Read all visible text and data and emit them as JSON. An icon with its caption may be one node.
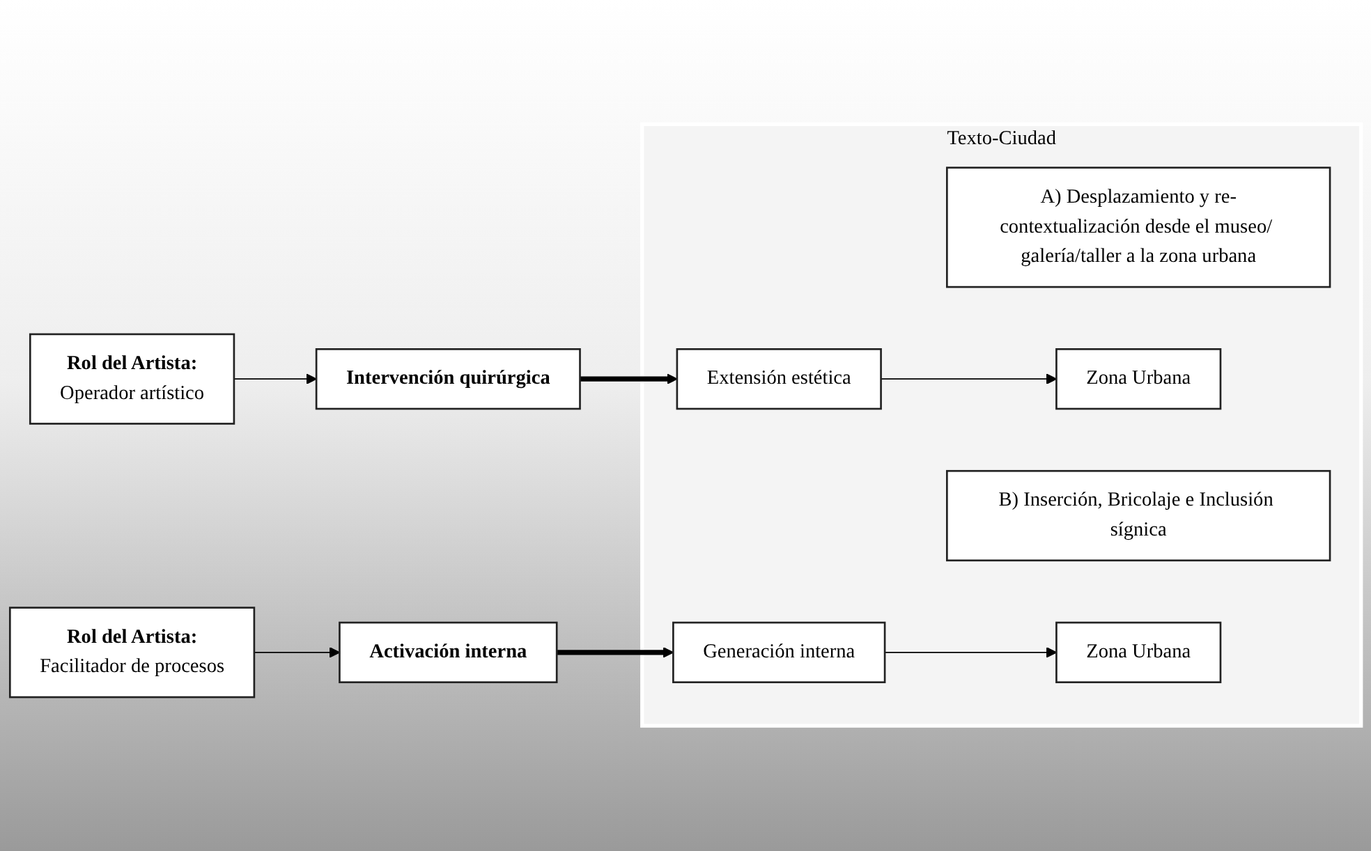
{
  "diagram": {
    "nodes": [
      {
        "text": [
          "Rol del Artista:",
          "Operador artístico"
        ]
      },
      {
        "text": [
          "Texto-Ciudad"
        ]
      },
      {
        "text": [
          "A) Desplazamiento y re-contextualización desde el museo/ galería/taller a la zona urbana"
        ],
        "in": 1
      },
      {
        "text": [
          "Intervención  quirúrgica"
        ]
      },
      {
        "text": [
          "Extensión estética"
        ],
        "in": 1
      },
      {
        "text": [
          "Zona Urbana"
        ],
        "in": 1
      },
      {
        "text": [
          "Rol del Artista:",
          "Facilitador de procesos"
        ]
      },
      {
        "text": [
          "B) Inserción, Bricolaje e Inclusión sígnica"
        ],
        "in": 1
      },
      {
        "text": [
          "Activación interna"
        ]
      },
      {
        "text": [
          "Generación interna"
        ],
        "in": 1
      },
      {
        "text": [
          "Zona Urbana"
        ],
        "in": 1
      }
    ],
    "edges": [
      {
        "from": 0,
        "to": 3,
        "arrow": "to"
      },
      {
        "from": 3,
        "to": 4,
        "arrow": "to",
        "style": "thick"
      },
      {
        "from": 4,
        "to": 5,
        "arrow": "to"
      },
      {
        "from": 6,
        "to": 8,
        "arrow": "to"
      },
      {
        "from": 8,
        "to": 9,
        "arrow": "to",
        "style": "thick"
      },
      {
        "from": 9,
        "to": 10,
        "arrow": "to"
      }
    ]
  }
}
